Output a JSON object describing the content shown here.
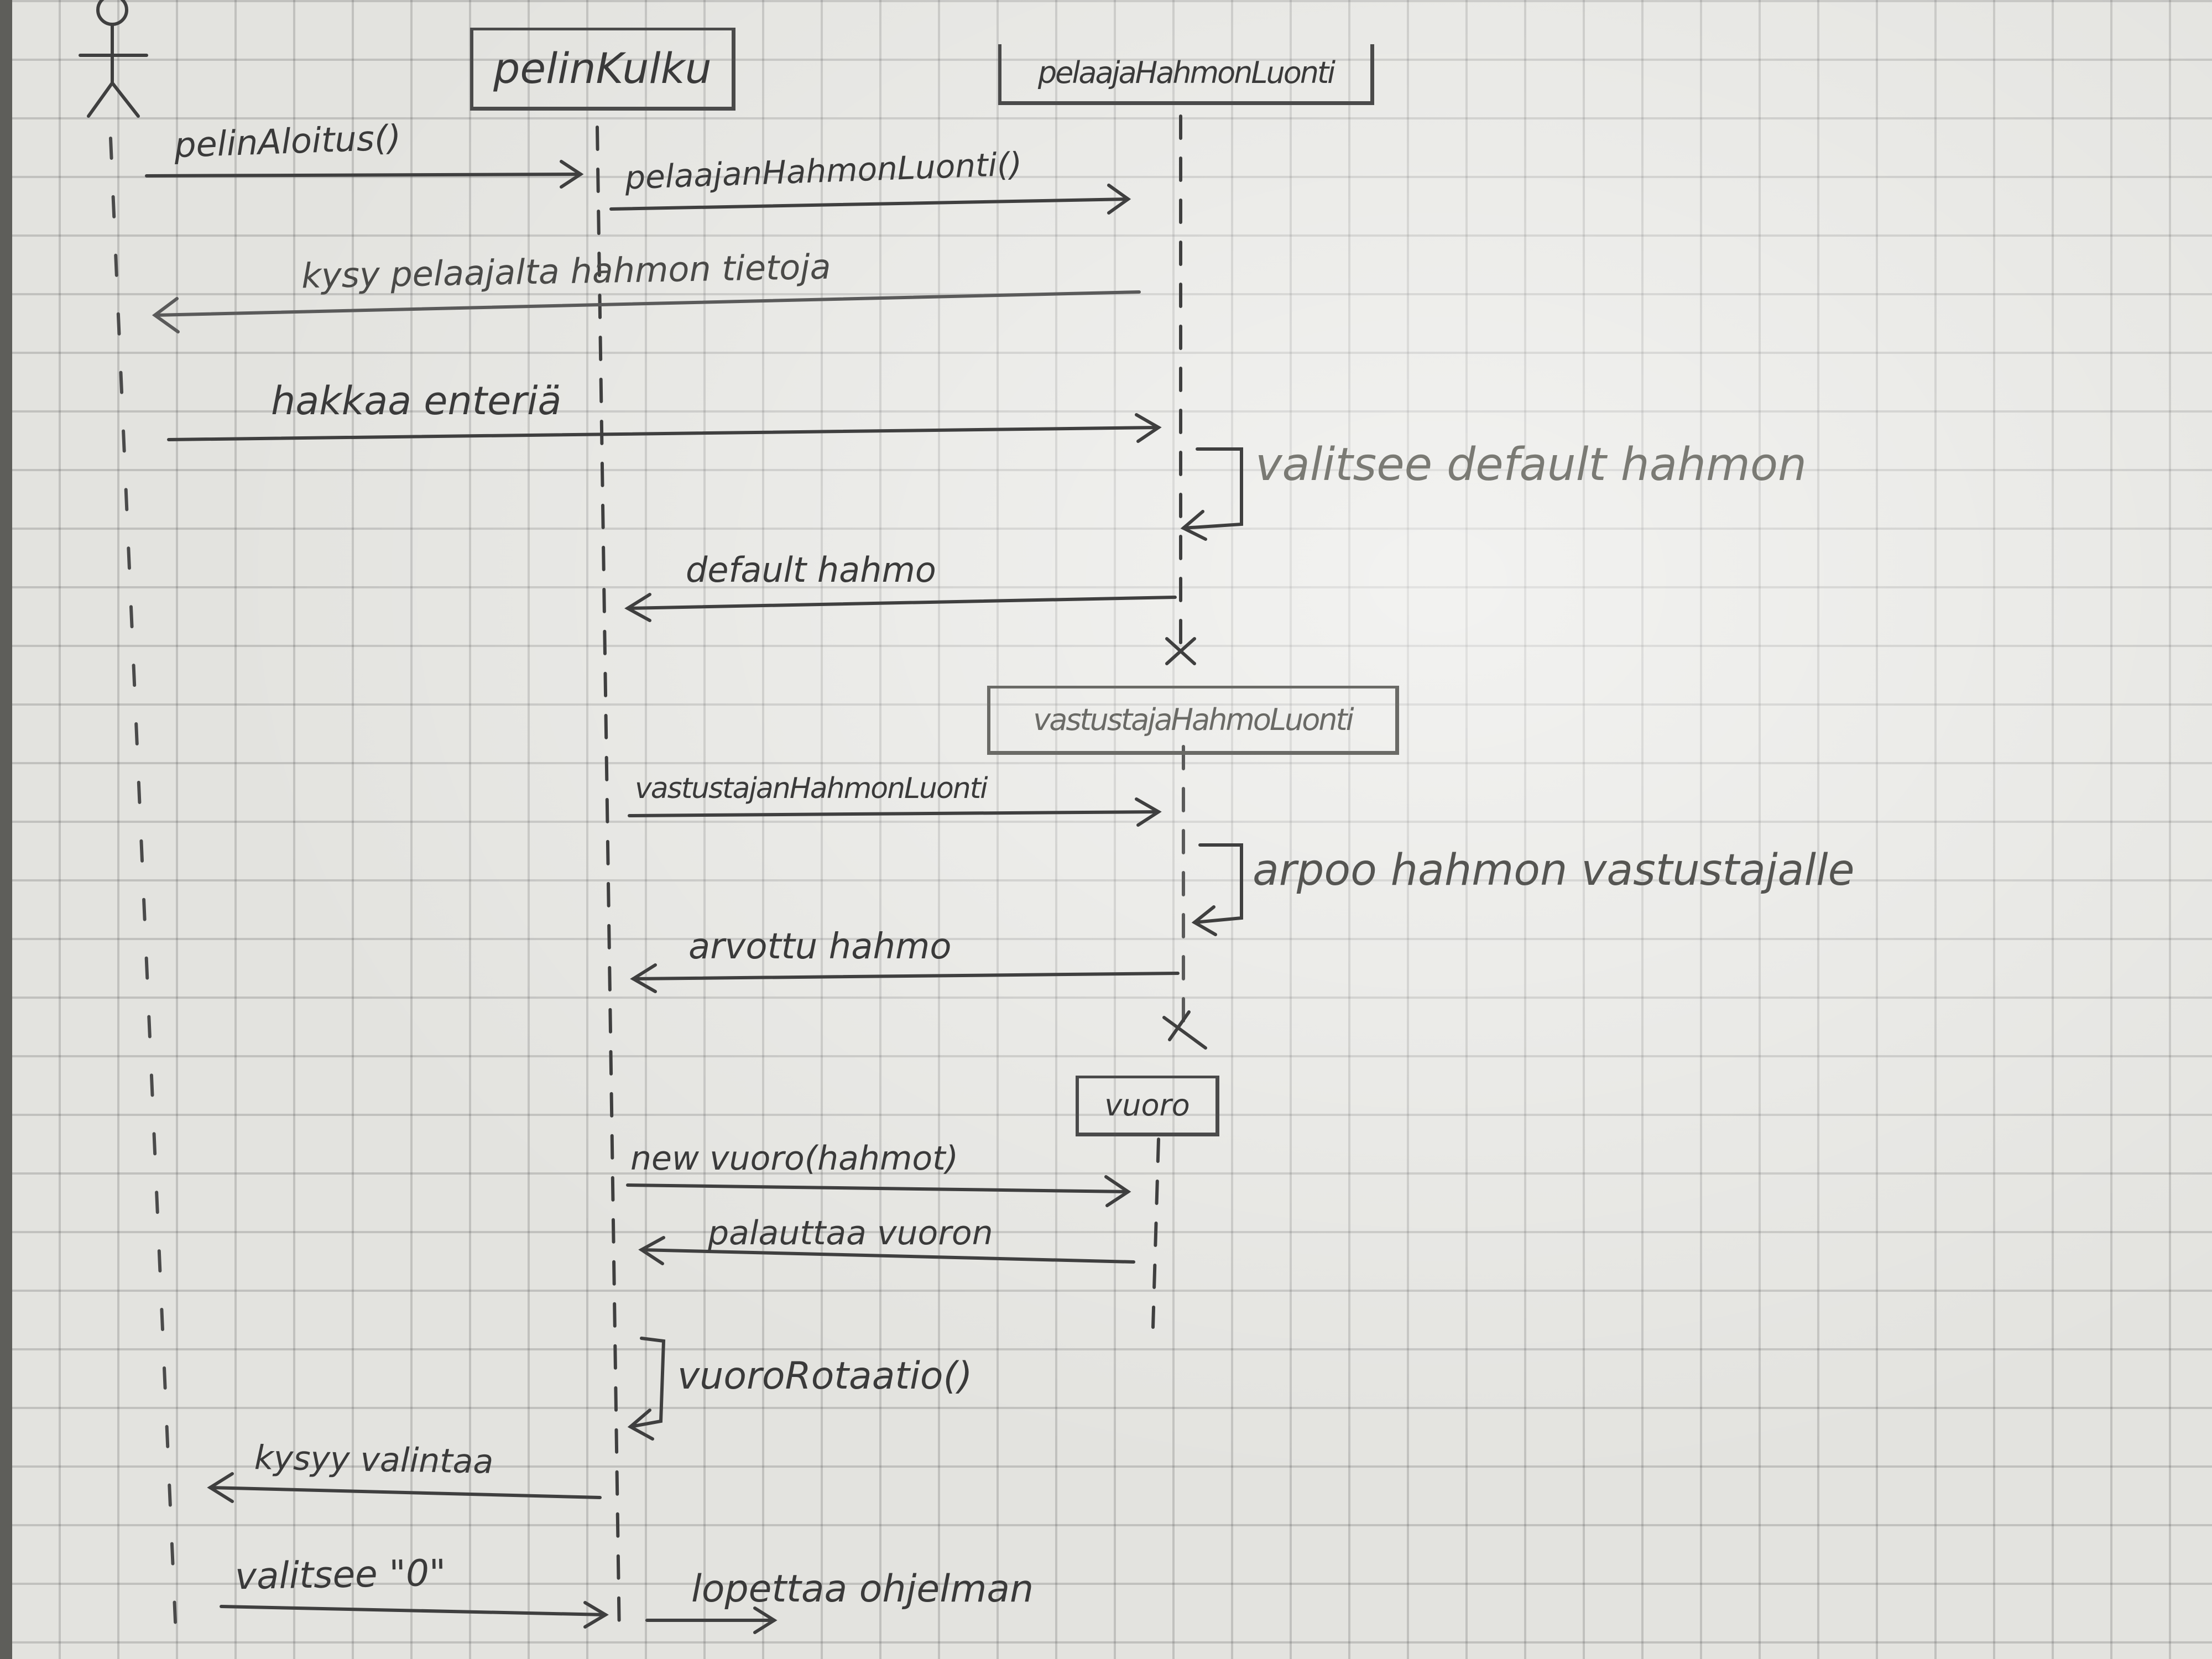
{
  "participants": {
    "game_flow": "pelinKulku",
    "player_character_creation": "pelaajaHahmonLuonti",
    "opponent_character_creation": "vastustajaHahmoLuonti",
    "turn": "vuoro"
  },
  "messages": {
    "m1": "pelinAloitus()",
    "m2": "pelaajanHahmonLuonti()",
    "m3": "kysy pelaajalta hahmon tietoja",
    "m4": "hakkaa enteriä",
    "m5": "valitsee default hahmon",
    "m6": "default hahmo",
    "m7": "vastustajanHahmonLuonti",
    "m8": "arpoo hahmon vastustajalle",
    "m9": "arvottu hahmo",
    "m10": "new vuoro(hahmot)",
    "m11": "palauttaa vuoron",
    "m12": "vuoroRotaatio()",
    "m13": "kysyy valintaa",
    "m14": "valitsee \"0\"",
    "m15": "lopettaa ohjelman"
  }
}
